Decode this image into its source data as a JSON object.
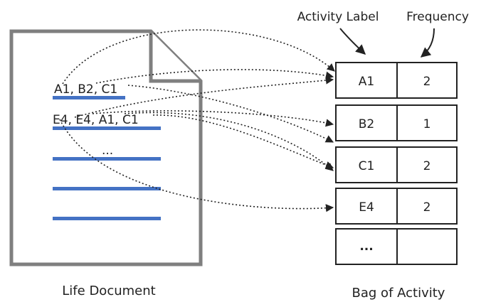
{
  "document": {
    "lines": [
      "A1, B2, C1",
      "E4, E4, A1, C1",
      "..."
    ],
    "caption": "Life Document"
  },
  "bag": {
    "header_label": "Activity Label",
    "header_frequency": "Frequency",
    "rows": [
      {
        "label": "A1",
        "frequency": "2"
      },
      {
        "label": "B2",
        "frequency": "1"
      },
      {
        "label": "C1",
        "frequency": "2"
      },
      {
        "label": "E4",
        "frequency": "2"
      },
      {
        "label": "...",
        "frequency": ""
      }
    ],
    "caption": "Bag of Activity"
  },
  "colors": {
    "document_stroke": "#7f7f7f",
    "line_blue": "#4472c4",
    "cell_stroke": "#222222"
  }
}
